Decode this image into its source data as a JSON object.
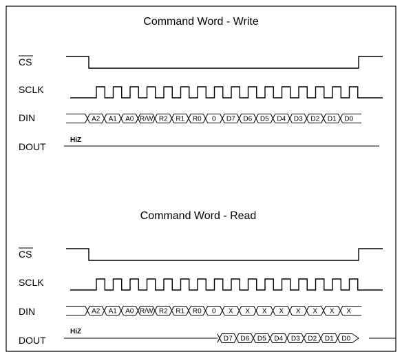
{
  "panels": [
    {
      "title": "Command Word - Write",
      "signals": {
        "cs": "CS",
        "sclk": "SCLK",
        "din": "DIN",
        "dout": "DOUT"
      },
      "din_cells": [
        "A2",
        "A1",
        "A0",
        "R/W",
        "R2",
        "R1",
        "R0",
        "0",
        "D7",
        "D6",
        "D5",
        "D4",
        "D3",
        "D2",
        "D1",
        "D0"
      ],
      "dout_state": "HiZ",
      "dout_cells": []
    },
    {
      "title": "Command Word - Read",
      "signals": {
        "cs": "CS",
        "sclk": "SCLK",
        "din": "DIN",
        "dout": "DOUT"
      },
      "din_cells": [
        "A2",
        "A1",
        "A0",
        "R/W",
        "R2",
        "R1",
        "R0",
        "0",
        "X",
        "X",
        "X",
        "X",
        "X",
        "X",
        "X",
        "X"
      ],
      "dout_state": "HiZ",
      "dout_cells": [
        "D7",
        "D6",
        "D5",
        "D4",
        "D3",
        "D2",
        "D1",
        "D0"
      ]
    }
  ]
}
